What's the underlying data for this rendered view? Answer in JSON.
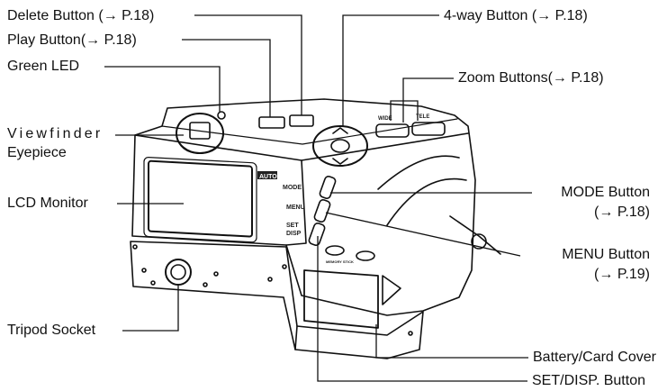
{
  "labels": {
    "delete_button": "Delete Button (→ P.18)",
    "play_button": "Play Button(→ P.18)",
    "green_led": "Green LED",
    "viewfinder_1": "Viewfinder",
    "viewfinder_2": "Eyepiece",
    "lcd_monitor": "LCD Monitor",
    "tripod_socket": "Tripod Socket",
    "four_way_button": "4-way Button (→ P.18)",
    "zoom_buttons": "Zoom Buttons(→ P.18)",
    "mode_button_1": "MODE Button",
    "mode_button_2": "(→ P.18)",
    "menu_button_1": "MENU Button",
    "menu_button_2": "(→ P.19)",
    "battery_cover": "Battery/Card Cover",
    "set_disp_button": "SET/DISP. Button"
  },
  "camera_markings": {
    "auto": "AUTO",
    "mode": "MODE",
    "menu": "MENU",
    "set": "SET",
    "disp": "DISP",
    "wide": "WIDE",
    "tele": "TELE",
    "memory_stick": "MEMORY STICK"
  }
}
